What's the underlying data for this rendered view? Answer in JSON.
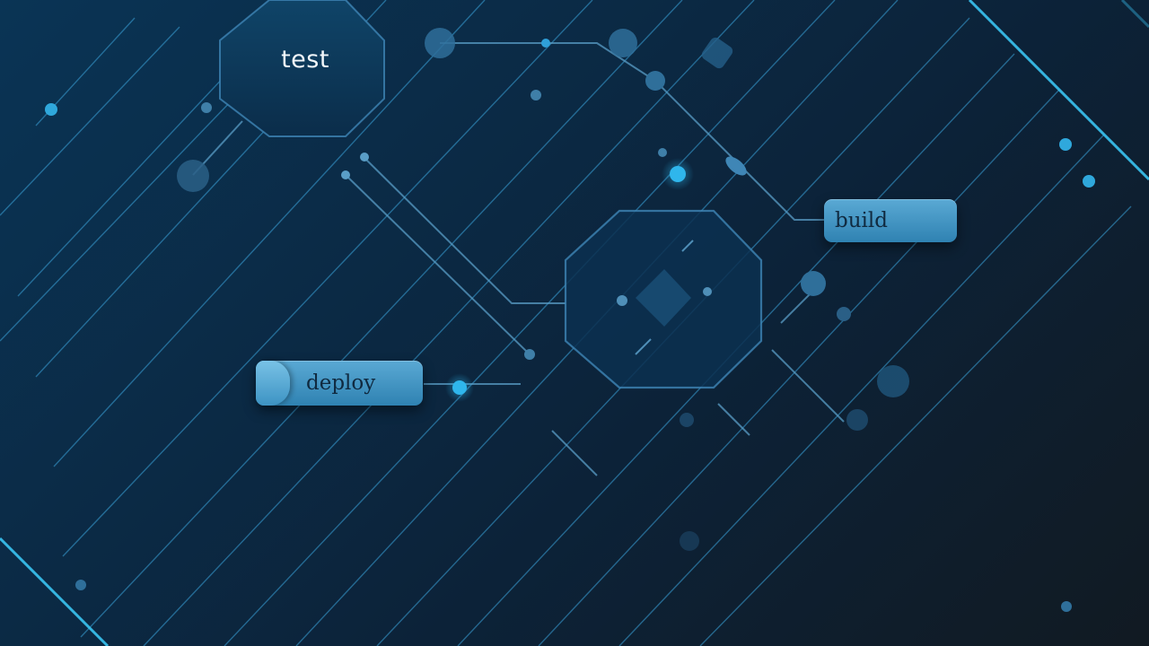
{
  "diagram": {
    "nodes": [
      {
        "id": "test",
        "label": "test"
      },
      {
        "id": "build",
        "label": "build"
      },
      {
        "id": "deploy",
        "label": "deploy"
      }
    ]
  },
  "colors": {
    "accent": "#2fb6ec",
    "line": "#3aa3d8",
    "node_fill": "#0e3a5e",
    "pill": "#3a8fbf"
  }
}
